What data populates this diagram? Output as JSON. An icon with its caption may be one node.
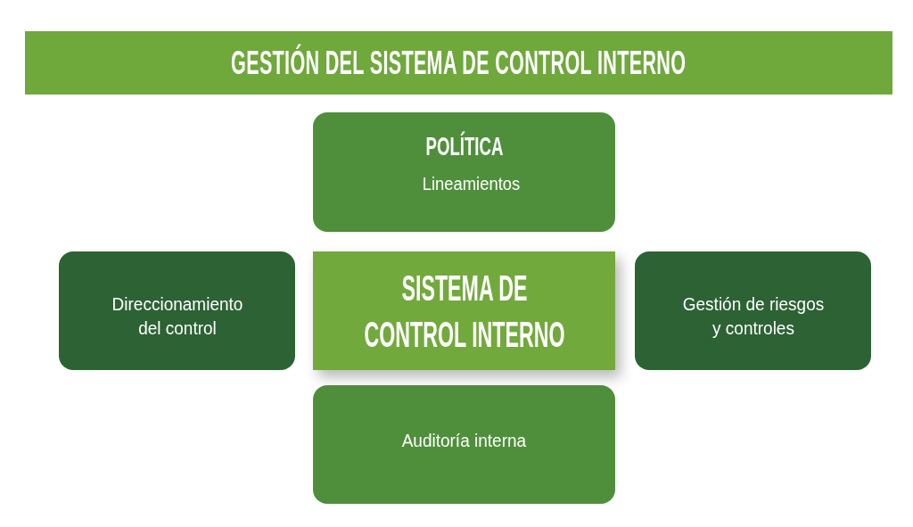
{
  "diagram": {
    "title": "GESTIÓN DEL SISTEMA DE CONTROL INTERNO",
    "nodes": [
      {
        "text": [
          "POLÍTICA",
          "Lineamientos"
        ]
      },
      {
        "text": [
          "Direccionamiento del control"
        ]
      },
      {
        "text": [
          "SISTEMA DE CONTROL INTERNO"
        ]
      },
      {
        "text": [
          "Gestión de riesgos y controles"
        ]
      },
      {
        "text": [
          "Auditoría interna"
        ]
      }
    ]
  }
}
